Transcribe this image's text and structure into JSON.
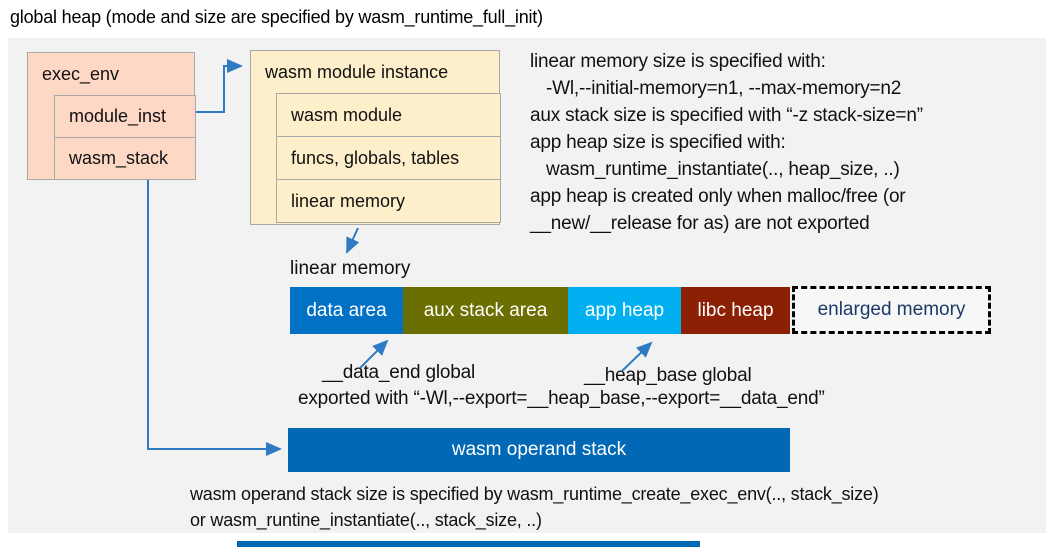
{
  "title": "global heap (mode and size are specified by wasm_runtime_full_init)",
  "exec_env": {
    "header": "exec_env",
    "rows": [
      "module_inst",
      "wasm_stack"
    ]
  },
  "module_instance": {
    "header": "wasm module instance",
    "rows": [
      "wasm module",
      "funcs, globals, tables",
      "linear memory"
    ]
  },
  "notes_right": {
    "lines": [
      "linear memory size is specified with:",
      "-Wl,--initial-memory=n1, --max-memory=n2",
      "aux stack size is specified with “-z stack-size=n”",
      "app heap size is specified with:",
      "wasm_runtime_instantiate(.., heap_size, ..)",
      "app heap is created only when malloc/free (or",
      "__new/__release for as) are not exported"
    ]
  },
  "linear_memory": {
    "label": "linear memory",
    "segments": [
      {
        "label": "data area",
        "color": "#0071c5"
      },
      {
        "label": "aux stack area",
        "color": "#6b6e00"
      },
      {
        "label": "app heap",
        "color": "#00b0f0"
      },
      {
        "label": "libc heap",
        "color": "#8c2004"
      }
    ],
    "enlarged_label": "enlarged memory"
  },
  "annotations": {
    "data_end": "__data_end global",
    "heap_base": "__heap_base global",
    "exported": "exported with “-Wl,--export=__heap_base,--export=__data_end”"
  },
  "operand_stack": {
    "label": "wasm operand stack",
    "notes": [
      "wasm operand stack size is specified by wasm_runtime_create_exec_env(.., stack_size)",
      "or wasm_runtine_instantiate(.., stack_size, ..)"
    ]
  },
  "colors": {
    "canvas_bg": "#f2f2f2",
    "exec_env_fill": "#fcd8c5",
    "module_instance_fill": "#fdefca",
    "box_border": "#a8a8a8",
    "arrow_blue": "#2f7bc3",
    "data_area": "#0071c5",
    "aux_stack_area": "#6b6e00",
    "app_heap": "#00b0f0",
    "libc_heap": "#8c2004",
    "operand_stack": "#0068b5",
    "enlarged_memory_text": "#1b3a67"
  }
}
